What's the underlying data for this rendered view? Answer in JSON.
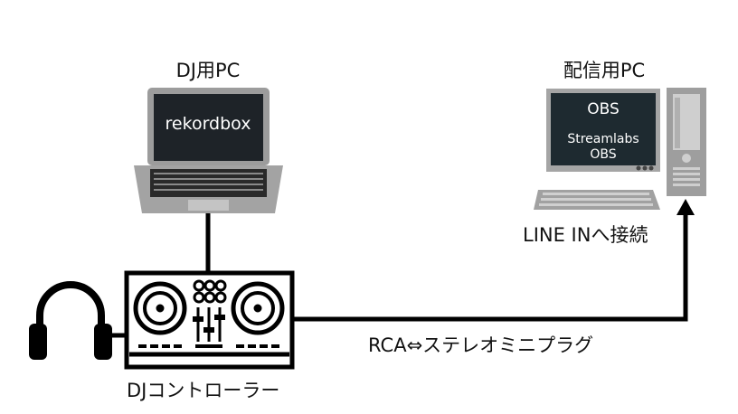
{
  "laptop": {
    "title": "DJ用PC",
    "screen_text": "rekordbox"
  },
  "desktop": {
    "title": "配信用PC",
    "screen_line1": "OBS",
    "screen_line2a": "Streamlabs",
    "screen_line2b": "OBS",
    "input_label": "LINE INへ接続"
  },
  "controller": {
    "title": "DJコントローラー"
  },
  "cable": {
    "label": "RCA⇔ステレオミニプラグ"
  },
  "icons": {
    "headphones": "headphones-icon",
    "laptop": "laptop-icon",
    "desktop": "desktop-pc-icon",
    "controller": "dj-controller-icon"
  },
  "colors": {
    "line": "#000000",
    "device_gray": "#9a9a9a",
    "screen": "#1e2a30"
  }
}
